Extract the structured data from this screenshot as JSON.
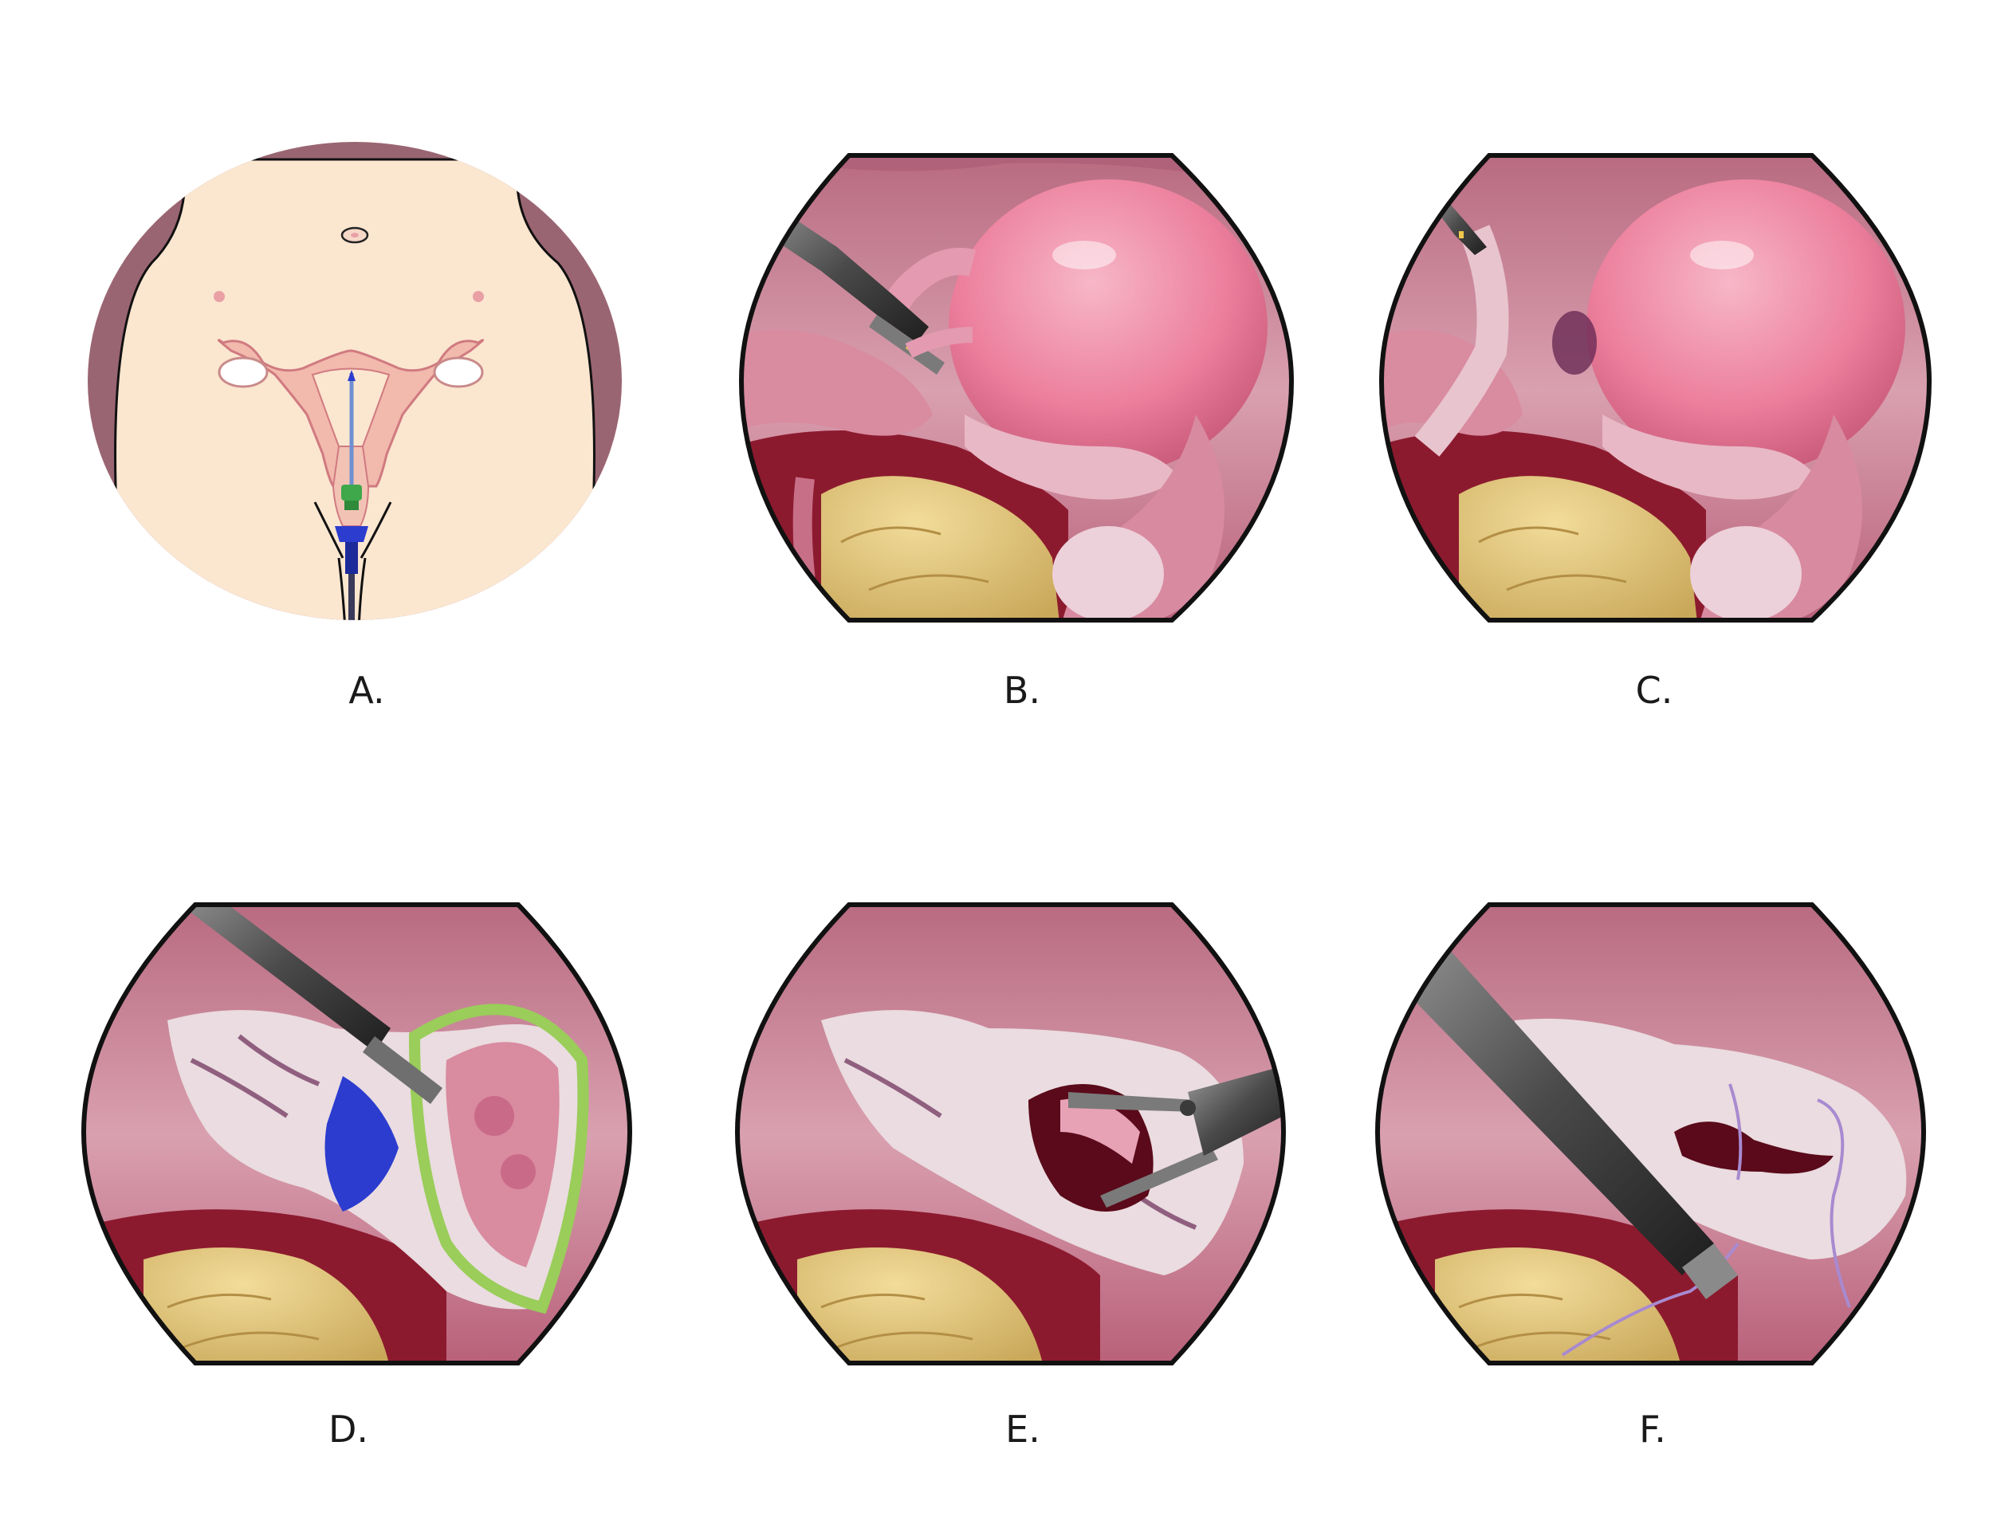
{
  "panels": [
    {
      "label": "A.",
      "scene": "abdomen-overview"
    },
    {
      "label": "B.",
      "scene": "uterus-grasper"
    },
    {
      "label": "C.",
      "scene": "uterus-cauterized"
    },
    {
      "label": "D.",
      "scene": "colpotomy-cup-dissection"
    },
    {
      "label": "E.",
      "scene": "vaginal-cuff-grasper"
    },
    {
      "label": "F.",
      "scene": "cuff-suturing"
    }
  ],
  "colors": {
    "tissue": "#e8a3b5",
    "tissue_dark": "#8c3b55",
    "uterus": "#f08aa6",
    "fat": "#e3c777",
    "blood": "#8c1a2e",
    "instrument": "#555555",
    "instrument_dark": "#2e2e2e",
    "skin": "#fbe6d0",
    "cup_blue": "#2c3ccf",
    "cup_green": "#9acd5a",
    "suture": "#a88ad0",
    "frame": "#111111"
  }
}
